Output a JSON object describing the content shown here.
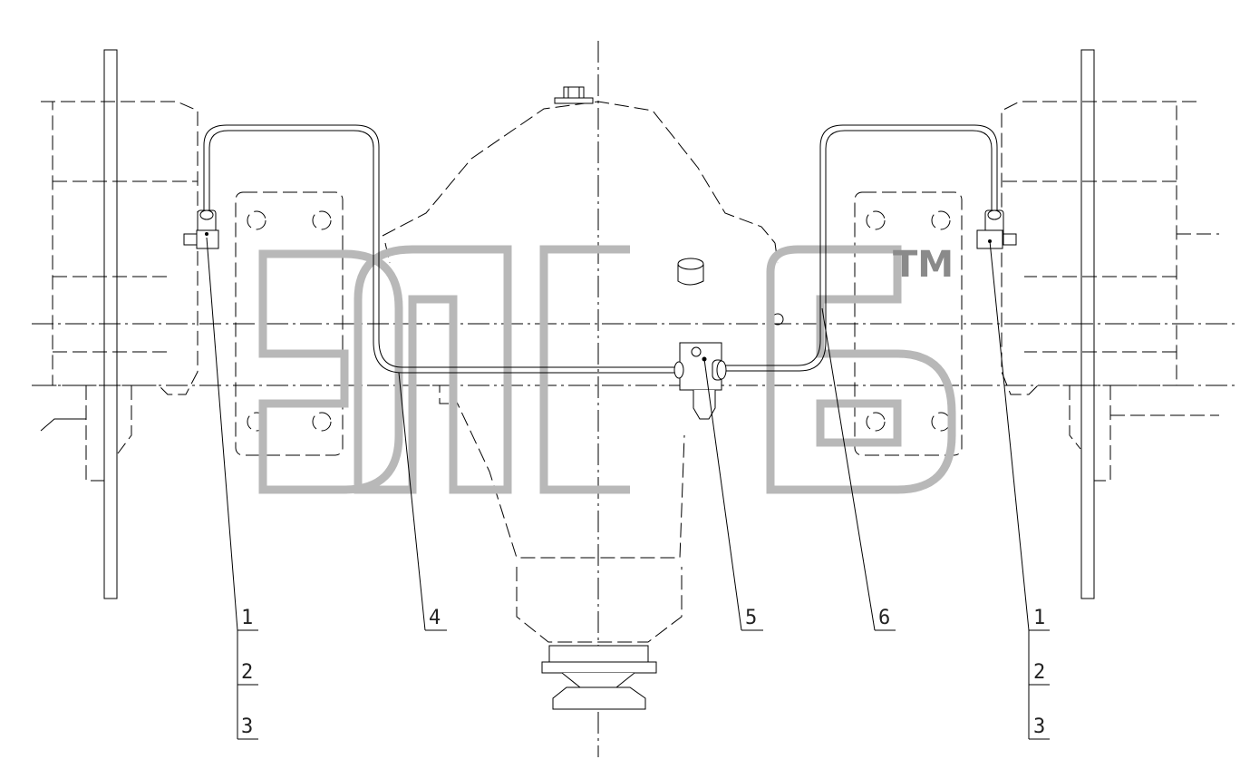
{
  "callouts": {
    "left": [
      "1",
      "2",
      "3"
    ],
    "pipe_left": "4",
    "valve": "5",
    "pipe_right": "6",
    "right": [
      "1",
      "2",
      "3"
    ]
  },
  "watermark": {
    "text": "элсб",
    "mark": "TM"
  }
}
